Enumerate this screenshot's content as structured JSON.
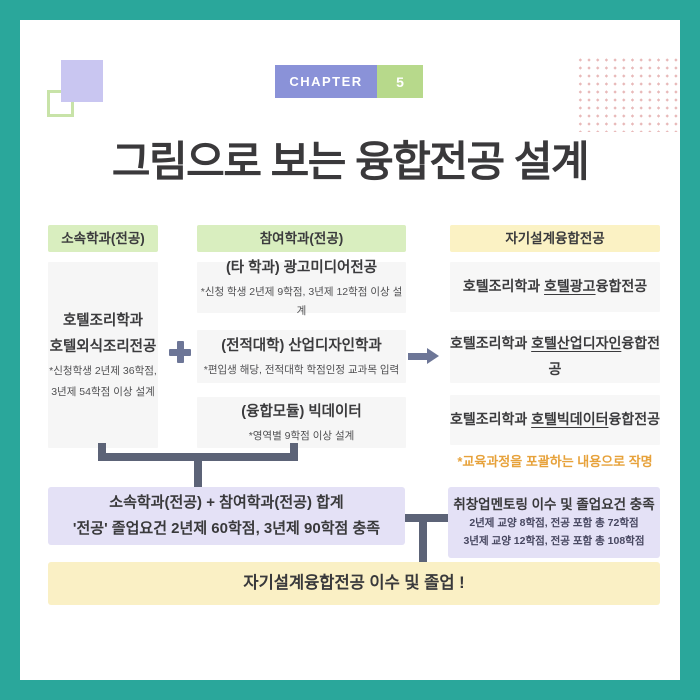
{
  "badge": {
    "chapter_label": "CHAPTER",
    "chapter_number": "5"
  },
  "title": "그림으로 보는 융합전공 설계",
  "columns": {
    "home": {
      "header": "소속학과(전공)",
      "box": {
        "line1": "호텔조리학과",
        "line2": "호텔외식조리전공",
        "note1": "*신청학생 2년제 36학점,",
        "note2": "3년제 54학점 이상 설계"
      }
    },
    "participating": {
      "header": "참여학과(전공)",
      "boxes": [
        {
          "title": "(타 학과) 광고미디어전공",
          "note": "*신청 학생 2년제 9학점, 3년제 12학점 이상 설계"
        },
        {
          "title": "(전적대학) 산업디자인학과",
          "note": "*편입생 해당, 전적대학 학점인정 교과목 입력"
        },
        {
          "title": "(융합모듈) 빅데이터",
          "note": "*영역별 9학점 이상 설계"
        }
      ]
    },
    "selfdesigned": {
      "header": "자기설계융합전공",
      "boxes": [
        {
          "prefix": "호텔조리학과 ",
          "underlined": "호텔광고",
          "suffix": "융합전공"
        },
        {
          "prefix": "호텔조리학과 ",
          "underlined": "호텔산업디자인",
          "suffix": "융합전공"
        },
        {
          "prefix": "호텔조리학과 ",
          "underlined": "호텔빅데이터",
          "suffix": "융합전공"
        }
      ],
      "note": "*교육과정을 포괄하는 내용으로 작명"
    }
  },
  "summary": {
    "major_total": {
      "line1": "소속학과(전공) + 참여학과(전공) 합계",
      "line2": "'전공' 졸업요건 2년제 60학점, 3년제 90학점 충족"
    },
    "graduation_req": {
      "line1": "취창업멘토링 이수 및 졸업요건 충족",
      "line2": "2년제 교양 8학점, 전공 포함 총 72학점",
      "line3": "3년제 교양 12학점, 전공 포함 총 108학점"
    },
    "final": "자기설계융합전공 이수 및 졸업 !"
  },
  "colors": {
    "background_teal": "#2aa79b",
    "badge_purple": "#8a92d8",
    "badge_green": "#b7d98b",
    "header_green": "#d9eebf",
    "header_yellow": "#fbf2c4",
    "box_gray": "#f6f6f6",
    "summary_purple": "#e4e1f6",
    "final_yellow": "#faf0c5",
    "connector_slate": "#5c6377",
    "note_orange": "#e7a23b",
    "title_dark": "#3a393b"
  }
}
